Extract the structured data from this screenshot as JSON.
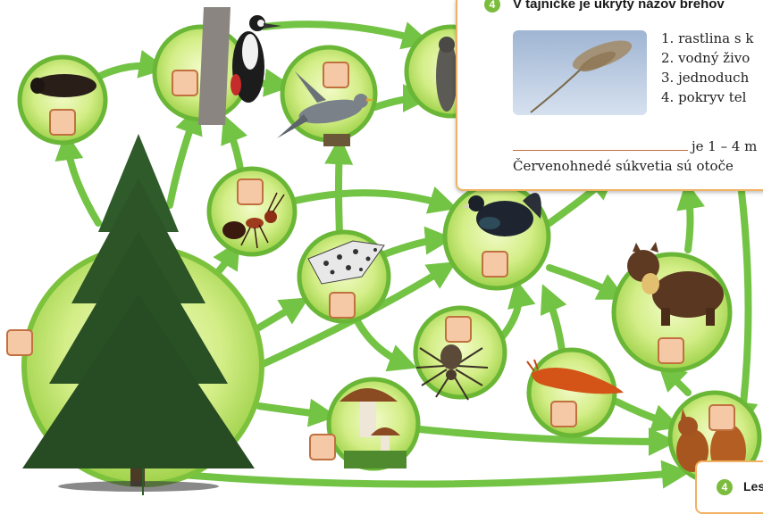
{
  "task_panel": {
    "number": "4",
    "title": "V tajničke je ukrytý názov brehov",
    "clues": [
      "1. rastlina s k",
      "2. vodný živo",
      "3. jednoduch",
      "4. pokryv tel"
    ],
    "answer_suffix": "je 1 – 4 m",
    "second_sentence": "Červenohnedé súkvetia sú otoče"
  },
  "bottom_panel": {
    "number": "4",
    "title": "Les"
  },
  "organisms": [
    {
      "name": "spruce-tree-icon"
    },
    {
      "name": "beetle-icon"
    },
    {
      "name": "woodpecker-icon"
    },
    {
      "name": "cuckoo-icon"
    },
    {
      "name": "hawk-icon"
    },
    {
      "name": "ant-icon"
    },
    {
      "name": "moth-icon"
    },
    {
      "name": "capercaillie-icon"
    },
    {
      "name": "marten-icon"
    },
    {
      "name": "spider-icon"
    },
    {
      "name": "slug-icon"
    },
    {
      "name": "mushroom-icon"
    },
    {
      "name": "squirrel-icon"
    },
    {
      "name": "reed-icon"
    }
  ],
  "colors": {
    "arrow_green": "#6cc03a",
    "circle_light": "#e6f6a8",
    "circle_mid": "#b3de5f",
    "circle_border": "#6ab636",
    "box_fill": "#f5c8a6",
    "box_border": "#c0713f",
    "panel_border": "#f0b262"
  }
}
